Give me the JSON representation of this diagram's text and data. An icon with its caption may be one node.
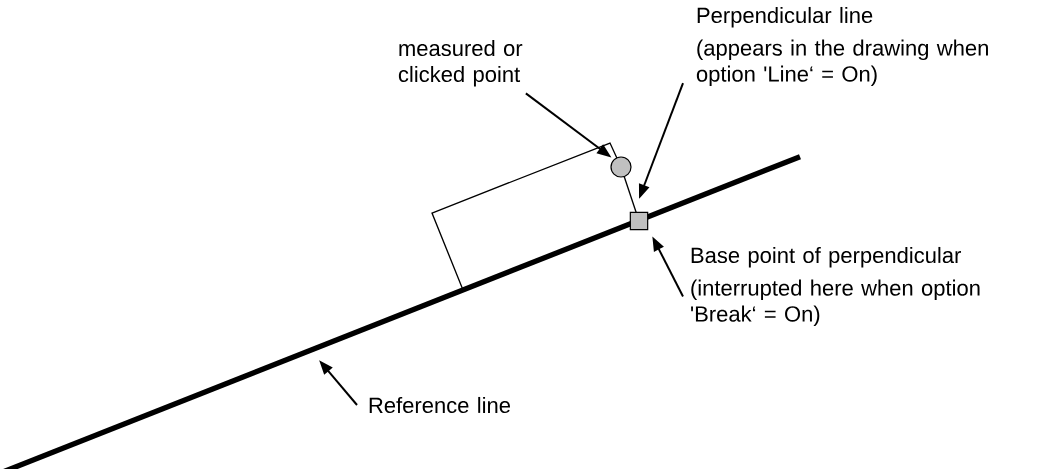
{
  "diagram": {
    "nodes": [
      {
        "text": [
          "measured or clicked point"
        ]
      },
      {
        "text": [
          "Perpendicular line",
          "(appears in the drawing when option 'Line‘ = On)"
        ]
      },
      {
        "text": [
          "Base point of perpendicular",
          "(interrupted here when option 'Break‘ = On)"
        ]
      },
      {
        "text": [
          "Reference line"
        ]
      },
      {
        "text": [],
        "shape": "circle"
      },
      {
        "text": [],
        "shape": "box"
      }
    ],
    "edges": [
      {
        "from": 0,
        "to": 4,
        "arrow": "to"
      },
      {
        "from": 1,
        "to": null,
        "arrow": "to"
      },
      {
        "from": 2,
        "to": 5,
        "arrow": "to"
      },
      {
        "from": 3,
        "to": null,
        "arrow": "to"
      }
    ]
  }
}
